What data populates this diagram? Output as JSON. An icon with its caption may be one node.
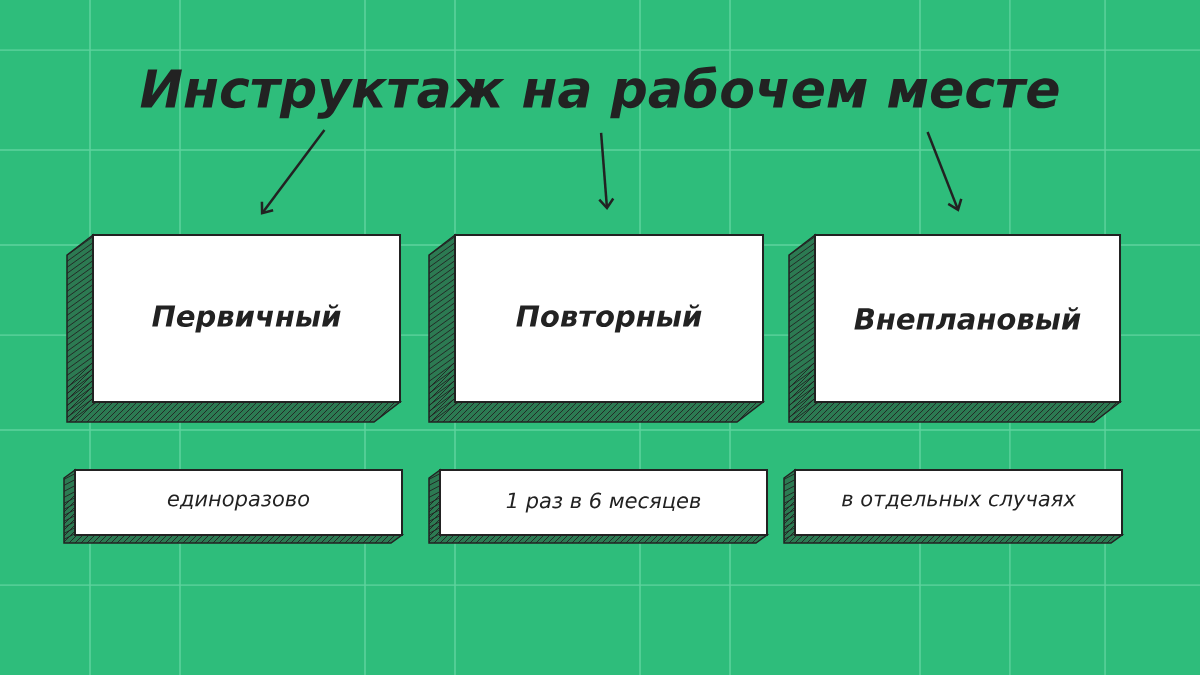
{
  "diagram": {
    "nodes": [
      {
        "text": [
          "Инструктаж на рабочем месте"
        ]
      },
      {
        "text": [
          "Первичный"
        ]
      },
      {
        "text": [
          "Повторный"
        ]
      },
      {
        "text": [
          "Внеплановый"
        ]
      },
      {
        "text": [
          "единоразово"
        ]
      },
      {
        "text": [
          "1 раз в 6 месяцев"
        ]
      },
      {
        "text": [
          "в отдельных случаях"
        ]
      }
    ],
    "edges": [
      {
        "from": 0,
        "to": 1,
        "arrow": "to"
      },
      {
        "from": 0,
        "to": 2,
        "arrow": "to"
      },
      {
        "from": 0,
        "to": 3,
        "arrow": "to"
      }
    ]
  }
}
